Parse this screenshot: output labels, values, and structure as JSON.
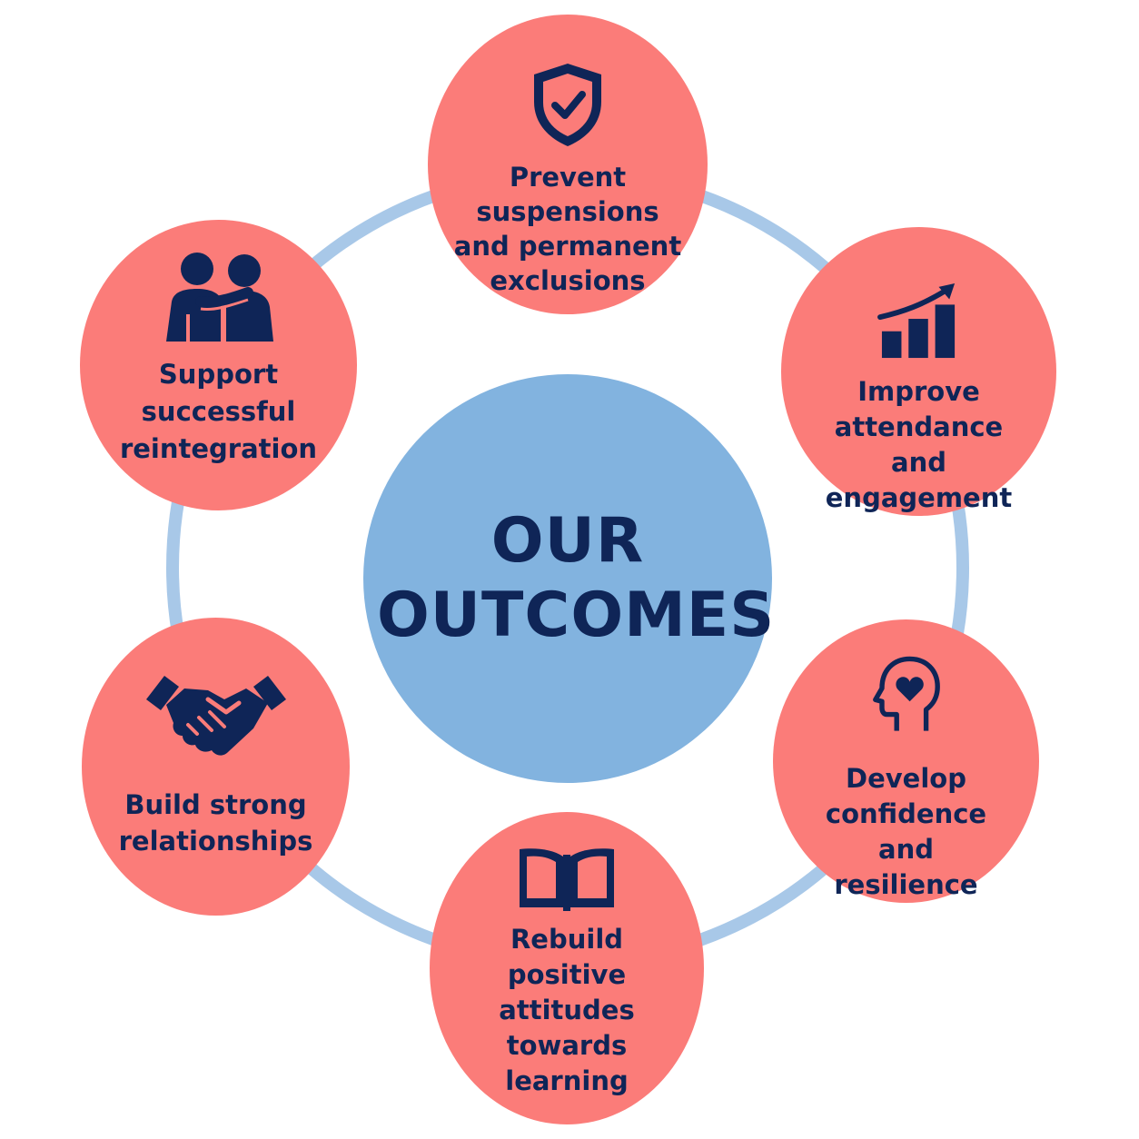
{
  "title": "OUR OUTCOMES",
  "colors": {
    "center_fill": "#82b3df",
    "ring": "#a8c8e8",
    "node_fill": "#fb7c79",
    "text_and_icons": "#0f2557",
    "background": "#ffffff"
  },
  "outcomes": [
    {
      "label": "Prevent\nsuspensions\nand permanent\nexclusions",
      "icon": "shield-check-icon"
    },
    {
      "label": "Improve\nattendance\nand\nengagement",
      "icon": "growth-chart-icon"
    },
    {
      "label": "Develop\nconfidence\nand\nresilience",
      "icon": "head-heart-icon"
    },
    {
      "label": "Rebuild\npositive\nattitudes\ntowards\nlearning",
      "icon": "open-book-icon"
    },
    {
      "label": "Build strong\nrelationships",
      "icon": "handshake-icon"
    },
    {
      "label": "Support\nsuccessful\nreintegration",
      "icon": "supporting-people-icon"
    }
  ]
}
